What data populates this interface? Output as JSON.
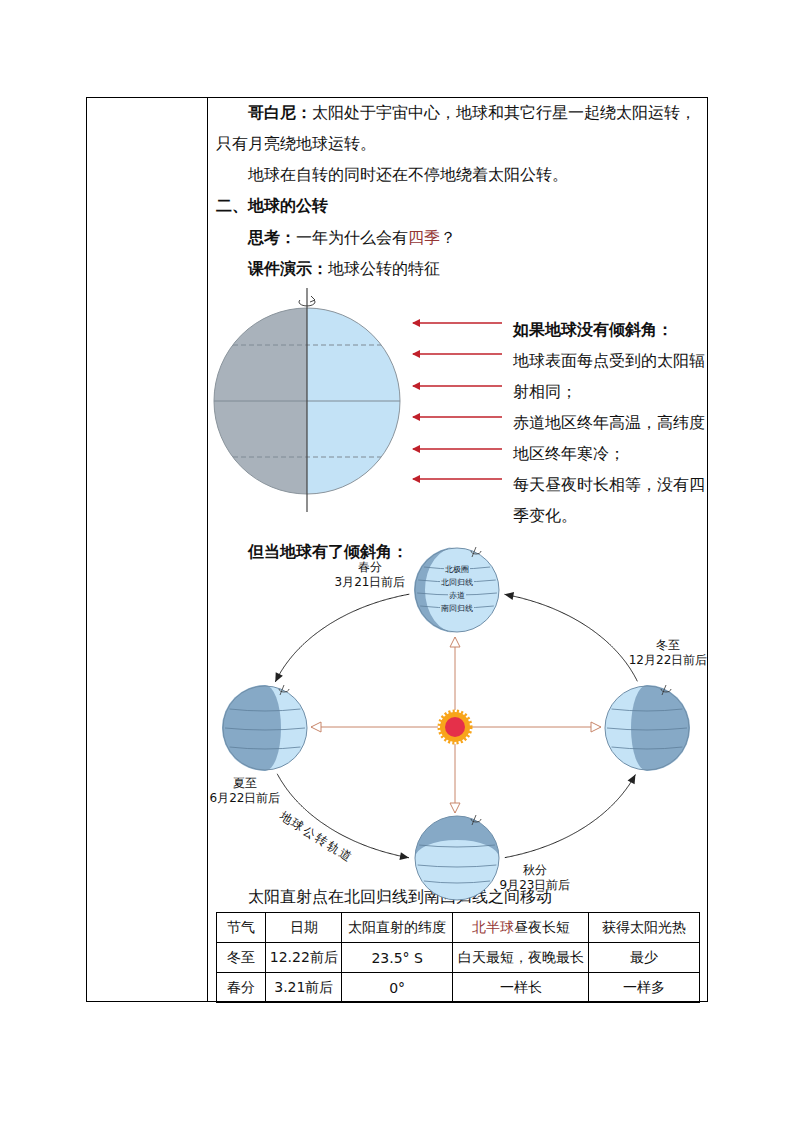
{
  "diagram": {
    "nodes": [
      {
        "text": [
          "春分",
          "3月21日前后",
          "北极圈",
          "北回归线",
          "赤道",
          "南回归线"
        ]
      },
      {
        "text": [
          "夏至",
          "6月22日前后"
        ]
      },
      {
        "text": [
          "冬至",
          "12月22日前后"
        ]
      },
      {
        "text": [
          "秋分",
          "9月23日前后"
        ]
      }
    ],
    "edges": [
      {
        "from": 0,
        "to": 1,
        "arrow": "to"
      },
      {
        "from": 1,
        "to": 3,
        "label": "地球公转轨道",
        "arrow": "to"
      },
      {
        "from": 3,
        "to": 2,
        "arrow": "to"
      },
      {
        "from": 2,
        "to": 0,
        "arrow": "to"
      }
    ],
    "labels": [
      "哥白尼：",
      "太阳处于宇宙中心，地球和其它行星一起绕太阳运转，只有月亮绕地球运转。",
      "地球在自转的同时还在不停地绕着太阳公转。",
      "二、地球的公转",
      "思考：",
      "一年为什么会有",
      "四季",
      "？",
      "课件演示：",
      "地球公转的特征",
      "如果地球没有倾斜角：",
      "地球表面每点受到的太阳辐射相同；",
      "赤道地区终年高温，高纬度地区终年寒冷；",
      "每天昼夜时长相等，没有四季变化。",
      "但当地球有了倾斜角：",
      "太阳直射点在北回归线到南回归线之间移动",
      "节气",
      "日期",
      "太阳直射的纬度",
      "北半球",
      "昼夜长短",
      "获得太阳光热",
      "冬至",
      "12.22前后",
      "23.5° S",
      "白天最短，夜晚最长",
      "最少",
      "春分",
      "3.21前后",
      "0°",
      "一样长",
      "一样多"
    ]
  }
}
